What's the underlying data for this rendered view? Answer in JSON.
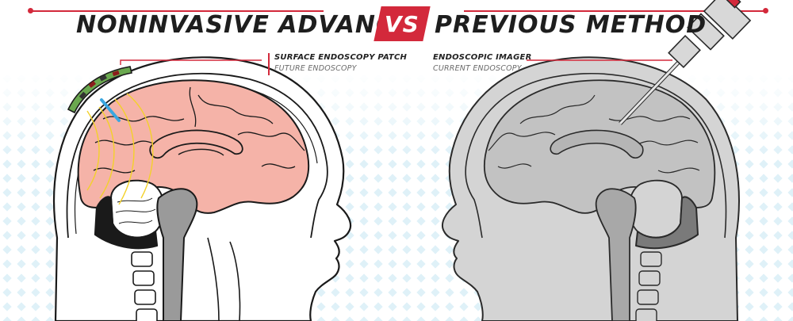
{
  "header": {
    "left_title": "NONINVASIVE ADVANCE",
    "vs": "VS",
    "right_title": "PREVIOUS METHOD"
  },
  "left_callout": {
    "name": "SURFACE ENDOSCOPY PATCH",
    "sub": "FUTURE ENDOSCOPY"
  },
  "right_callout": {
    "name": "ENDOSCOPIC IMAGER",
    "sub": "CURRENT ENDOSCOPY"
  },
  "colors": {
    "accent": "#d3293b",
    "brain_highlight": "#f5b3a8",
    "patch_green": "#6aa84f",
    "signal_yellow": "#f3d12a",
    "probe_blue": "#3ba7e0",
    "grey_head": "#c9c9c9",
    "pattern_blue": "#dff1f8"
  }
}
